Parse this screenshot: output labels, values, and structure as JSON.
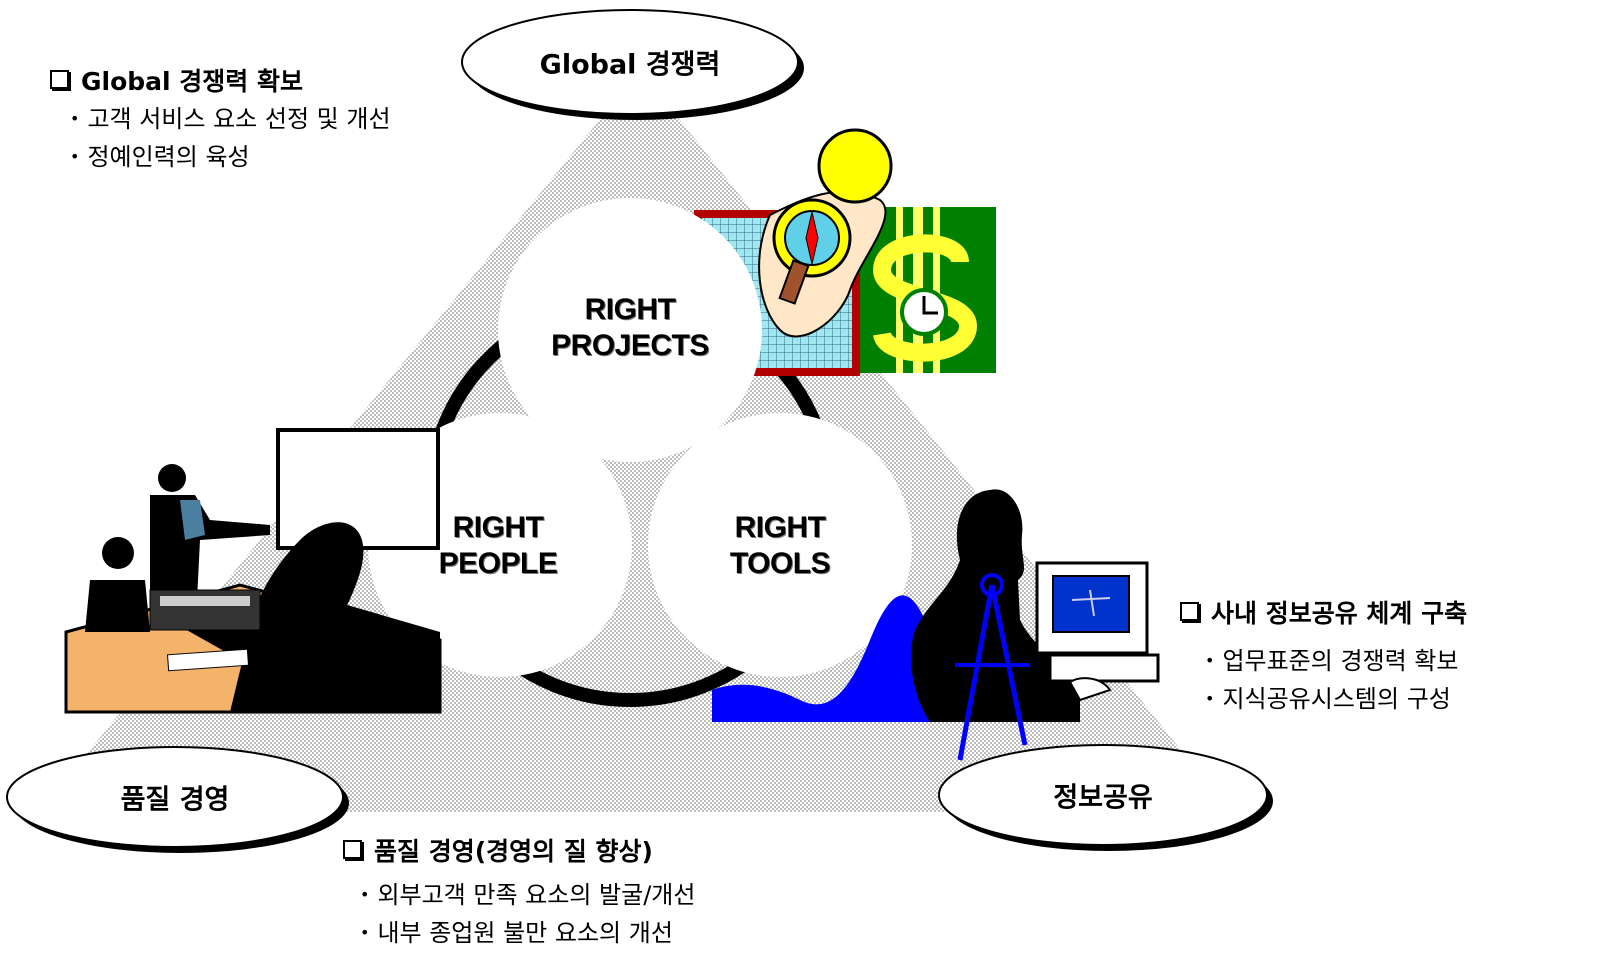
{
  "corners": {
    "top": "Global 경쟁력",
    "left": "품질 경영",
    "right": "정보공유"
  },
  "circles": {
    "projects": [
      "RIGHT",
      "PROJECTS"
    ],
    "people": [
      "RIGHT",
      "PEOPLE"
    ],
    "tools": [
      "RIGHT",
      "TOOLS"
    ]
  },
  "sections": {
    "global": {
      "heading": "Global 경쟁력 확보",
      "items": [
        "고객 서비스 요소 선정 및 개선",
        "정예인력의 육성"
      ]
    },
    "info": {
      "heading": "사내 정보공유 체계 구축",
      "items": [
        "업무표준의 경쟁력 확보",
        "지식공유시스템의 구성"
      ]
    },
    "quality": {
      "heading": "품질 경영(경영의 질 향상)",
      "items": [
        "외부고객 만족 요소의 발굴/개선",
        "내부 종업원 불만 요소의 개선"
      ]
    }
  },
  "colors": {
    "triangle_pattern": "#c8c8c8",
    "compass_yellow": "#ffff00",
    "money_green": "#008000",
    "chart_blue": "#0000ff",
    "screen_blue": "#0000cc",
    "desk_orange": "#f4b36a",
    "frame_red": "#b30000"
  },
  "icons": [
    "presentation-clipart",
    "compass-hand-clipart",
    "money-clock-clipart",
    "computer-user-clipart"
  ]
}
